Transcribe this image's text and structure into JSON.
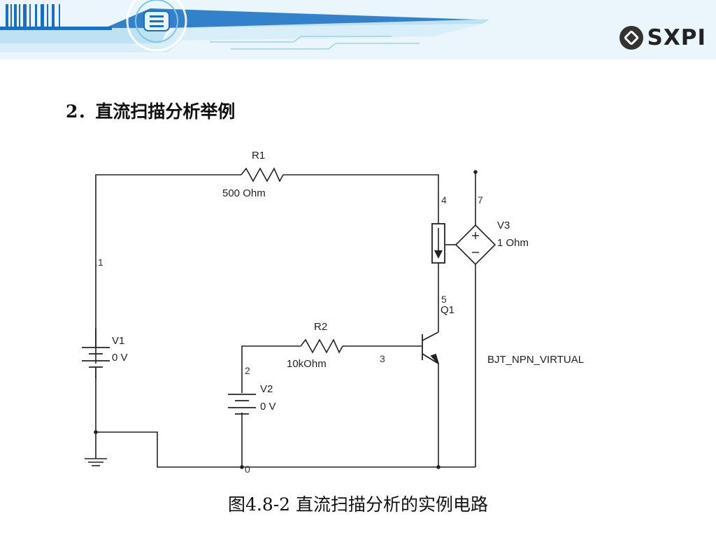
{
  "logo": {
    "text": "SXPI"
  },
  "heading": "2．直流扫描分析举例",
  "caption": "图4.8-2  直流扫描分析的实例电路",
  "diagram": {
    "components": {
      "r1_name": "R1",
      "r1_value": "500 Ohm",
      "r2_name": "R2",
      "r2_value": "10kOhm",
      "v1_name": "V1",
      "v1_value": "0 V",
      "v2_name": "V2",
      "v2_value": "0 V",
      "v3_name": "V3",
      "v3_value": "1 Ohm",
      "q1_name": "Q1",
      "q1_model": "BJT_NPN_VIRTUAL"
    },
    "nodes": {
      "n0": "0",
      "n1": "1",
      "n2": "2",
      "n3": "3",
      "n4": "4",
      "n5": "5",
      "n7": "7"
    }
  },
  "colors": {
    "banner_blue": "#1a6fc4",
    "banner_light": "#c9e6f4",
    "wire": "#222222"
  }
}
